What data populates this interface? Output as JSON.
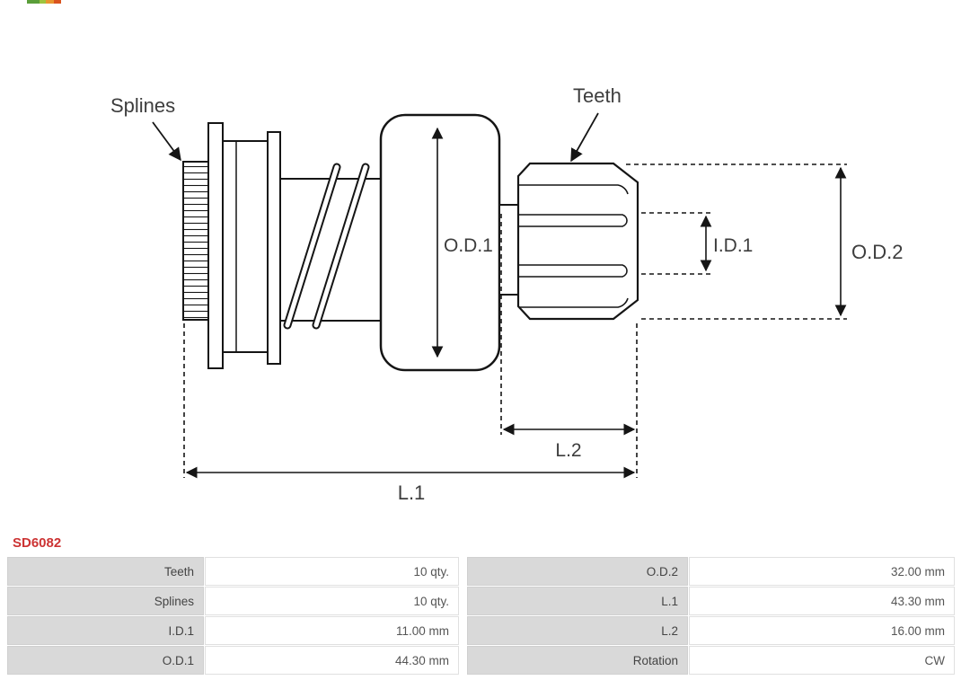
{
  "part_number": "SD6082",
  "colors": {
    "accent_red": "#cc3333",
    "table_label_bg": "#d9d9d9",
    "drawing_line": "#151515",
    "label_text": "#3d3d3d"
  },
  "diagram": {
    "labels": {
      "splines": "Splines",
      "teeth": "Teeth",
      "od1": "O.D.1",
      "id1": "I.D.1",
      "od2": "O.D.2",
      "l1": "L.1",
      "l2": "L.2"
    }
  },
  "spec_table": {
    "rows": [
      {
        "c0": "Teeth",
        "c1": "10 qty.",
        "c2": "O.D.2",
        "c3": "32.00 mm"
      },
      {
        "c0": "Splines",
        "c1": "10 qty.",
        "c2": "L.1",
        "c3": "43.30 mm"
      },
      {
        "c0": "I.D.1",
        "c1": "11.00 mm",
        "c2": "L.2",
        "c3": "16.00 mm"
      },
      {
        "c0": "O.D.1",
        "c1": "44.30 mm",
        "c2": "Rotation",
        "c3": "CW"
      }
    ]
  }
}
